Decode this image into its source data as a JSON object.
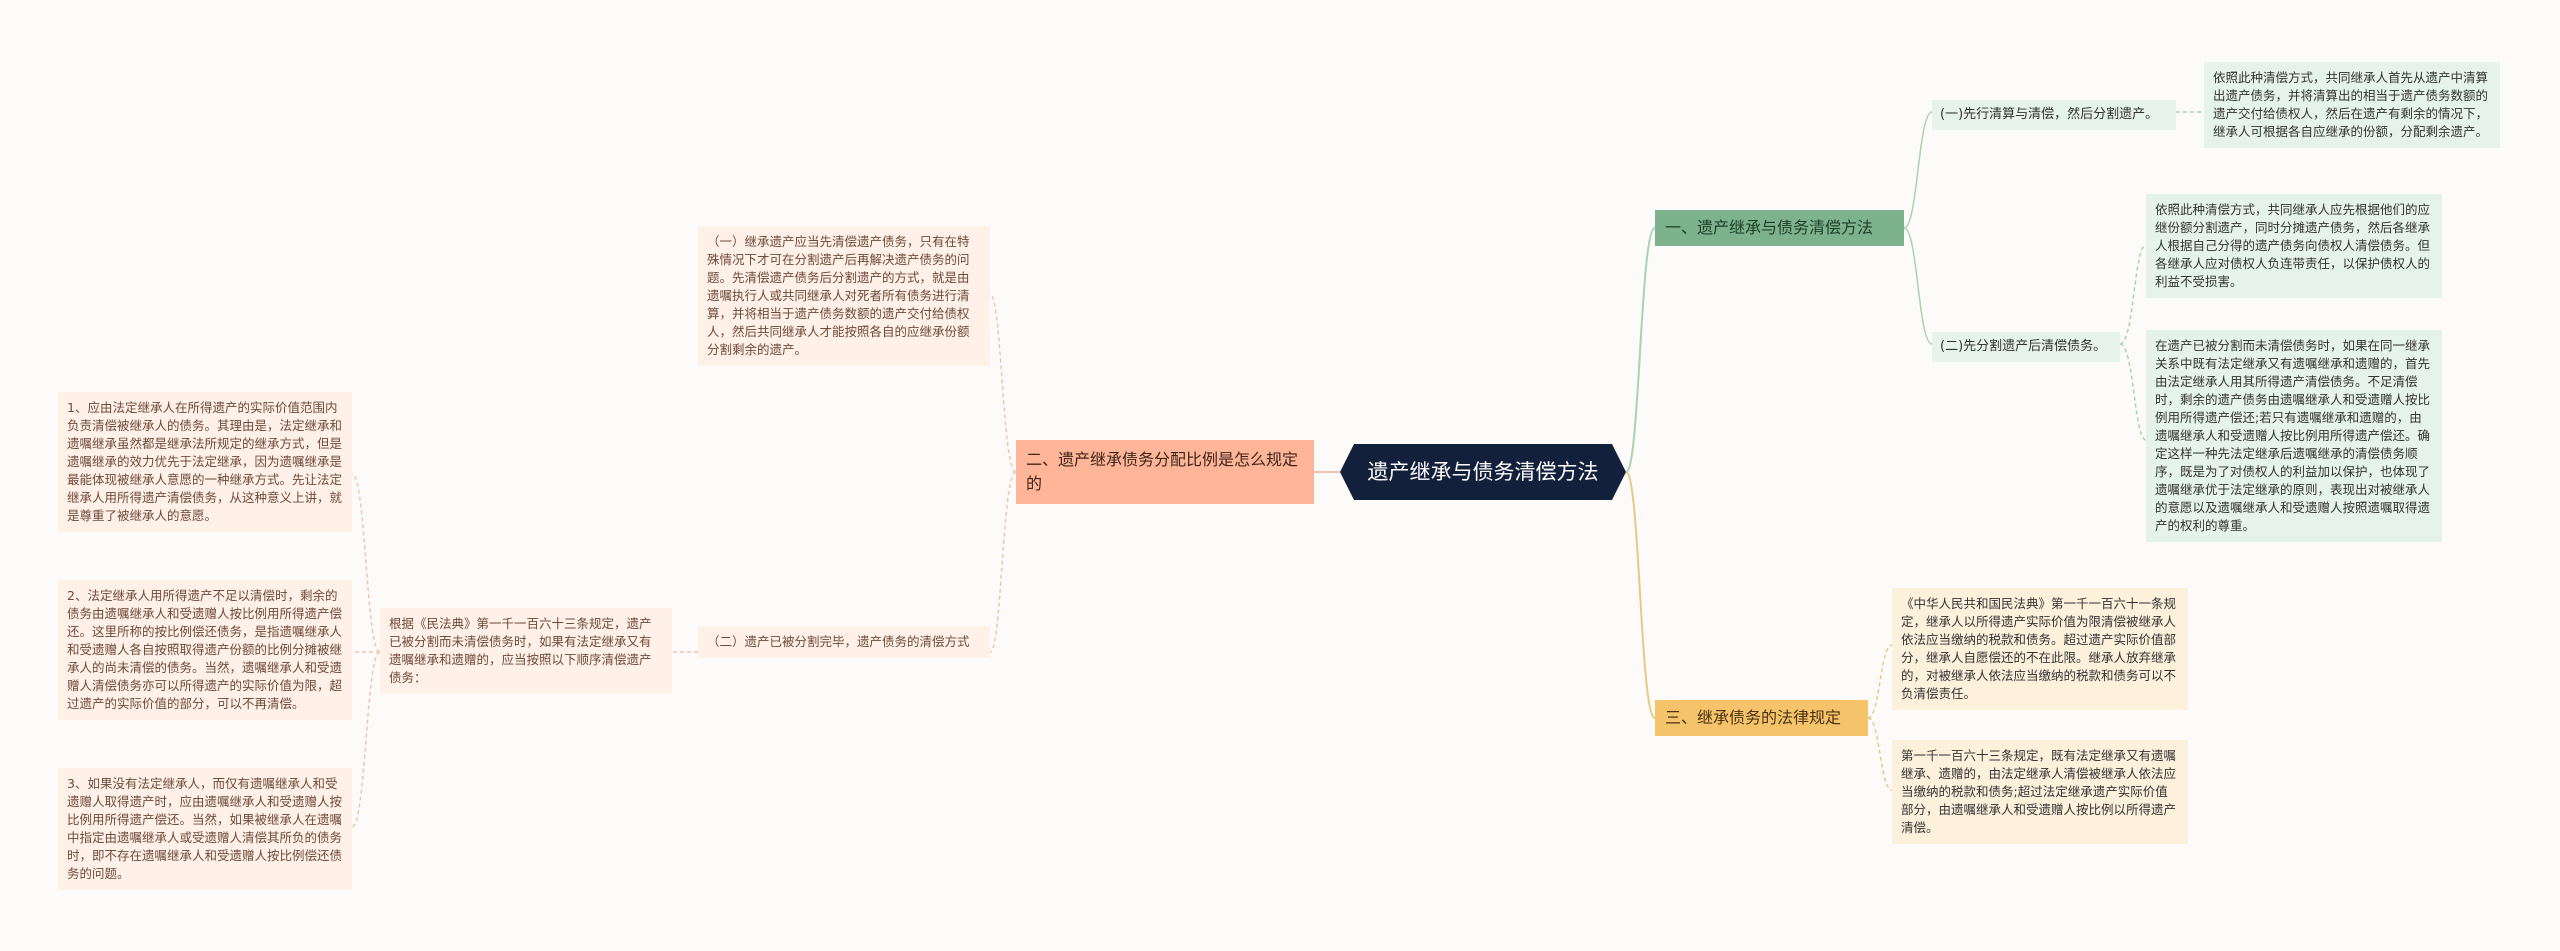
{
  "root": {
    "label": "遗产继承与债务清偿方法"
  },
  "branch1": {
    "label": "一、遗产继承与债务清偿方法",
    "sub1": {
      "label": "(一)先行清算与清偿，然后分割遗产。",
      "leaf": "依照此种清偿方式，共同继承人首先从遗产中清算出遗产债务，并将清算出的相当于遗产债务数额的遗产交付给债权人，然后在遗产有剩余的情况下，继承人可根据各自应继承的份额，分配剩余遗产。"
    },
    "sub2": {
      "label": "(二)先分割遗产后清偿债务。",
      "leaf1": "依照此种清偿方式，共同继承人应先根据他们的应继份额分割遗产，同时分摊遗产债务，然后各继承人根据自己分得的遗产债务向债权人清偿债务。但各继承人应对债权人负连带责任，以保护债权人的利益不受损害。",
      "leaf2": "在遗产已被分割而未清偿债务时，如果在同一继承关系中既有法定继承又有遗嘱继承和遗赠的，首先由法定继承人用其所得遗产清偿债务。不足清偿时，剩余的遗产债务由遗嘱继承人和受遗赠人按比例用所得遗产偿还;若只有遗嘱继承和遗赠的，由遗嘱继承人和受遗赠人按比例用所得遗产偿还。确定这样一种先法定继承后遗嘱继承的清偿债务顺序，既是为了对债权人的利益加以保护，也体现了遗嘱继承优于法定继承的原则，表现出对被继承人的意愿以及遗嘱继承人和受遗赠人按照遗嘱取得遗产的权利的尊重。"
    }
  },
  "branch2": {
    "label": "二、遗产继承债务分配比例是怎么规定的",
    "sub1": {
      "label": "（一）继承遗产应当先清偿遗产债务，只有在特殊情况下才可在分割遗产后再解决遗产债务的问题。先清偿遗产债务后分割遗产的方式，就是由遗嘱执行人或共同继承人对死者所有债务进行清算，并将相当于遗产债务数额的遗产交付给债权人，然后共同继承人才能按照各自的应继承份额分割剩余的遗产。"
    },
    "sub2": {
      "label": "（二）遗产已被分割完毕，遗产债务的清偿方式",
      "mid": "根据《民法典》第一千一百六十三条规定，遗产已被分割而未清偿债务时，如果有法定继承又有遗嘱继承和遗赠的，应当按照以下顺序清偿遗产债务：",
      "items": [
        "1、应由法定继承人在所得遗产的实际价值范围内负责清偿被继承人的债务。其理由是，法定继承和遗嘱继承虽然都是继承法所规定的继承方式，但是遗嘱继承的效力优先于法定继承，因为遗嘱继承是最能体现被继承人意愿的一种继承方式。先让法定继承人用所得遗产清偿债务，从这种意义上讲，就是尊重了被继承人的意愿。",
        "2、法定继承人用所得遗产不足以清偿时，剩余的债务由遗嘱继承人和受遗赠人按比例用所得遗产偿还。这里所称的按比例偿还债务，是指遗嘱继承人和受遗赠人各自按照取得遗产份额的比例分摊被继承人的尚未清偿的债务。当然，遗嘱继承人和受遗赠人清偿债务亦可以所得遗产的实际价值为限，超过遗产的实际价值的部分，可以不再清偿。",
        "3、如果没有法定继承人，而仅有遗嘱继承人和受遗赠人取得遗产时，应由遗嘱继承人和受遗赠人按比例用所得遗产偿还。当然，如果被继承人在遗嘱中指定由遗嘱继承人或受遗赠人清偿其所负的债务时，即不存在遗嘱继承人和受遗赠人按比例偿还债务的问题。"
      ]
    }
  },
  "branch3": {
    "label": "三、继承债务的法律规定",
    "leaf1": "《中华人民共和国民法典》第一千一百六十一条规定，继承人以所得遗产实际价值为限清偿被继承人依法应当缴纳的税款和债务。超过遗产实际价值部分，继承人自愿偿还的不在此限。继承人放弃继承的，对被继承人依法应当缴纳的税款和债务可以不负清偿责任。",
    "leaf2": "第一千一百六十三条规定，既有法定继承又有遗嘱继承、遗赠的，由法定继承人清偿被继承人依法应当缴纳的税款和债务;超过法定继承遗产实际价值部分，由遗嘱继承人和受遗赠人按比例以所得遗产清偿。"
  },
  "colors": {
    "root": "#13203b",
    "branch_green": "#7cb38c",
    "branch_orange": "#ffb597",
    "branch_yellow": "#f5c36a",
    "link_green": "#a9d2b4",
    "link_orange": "#f3c3ae",
    "link_yellow": "#e7c985"
  }
}
